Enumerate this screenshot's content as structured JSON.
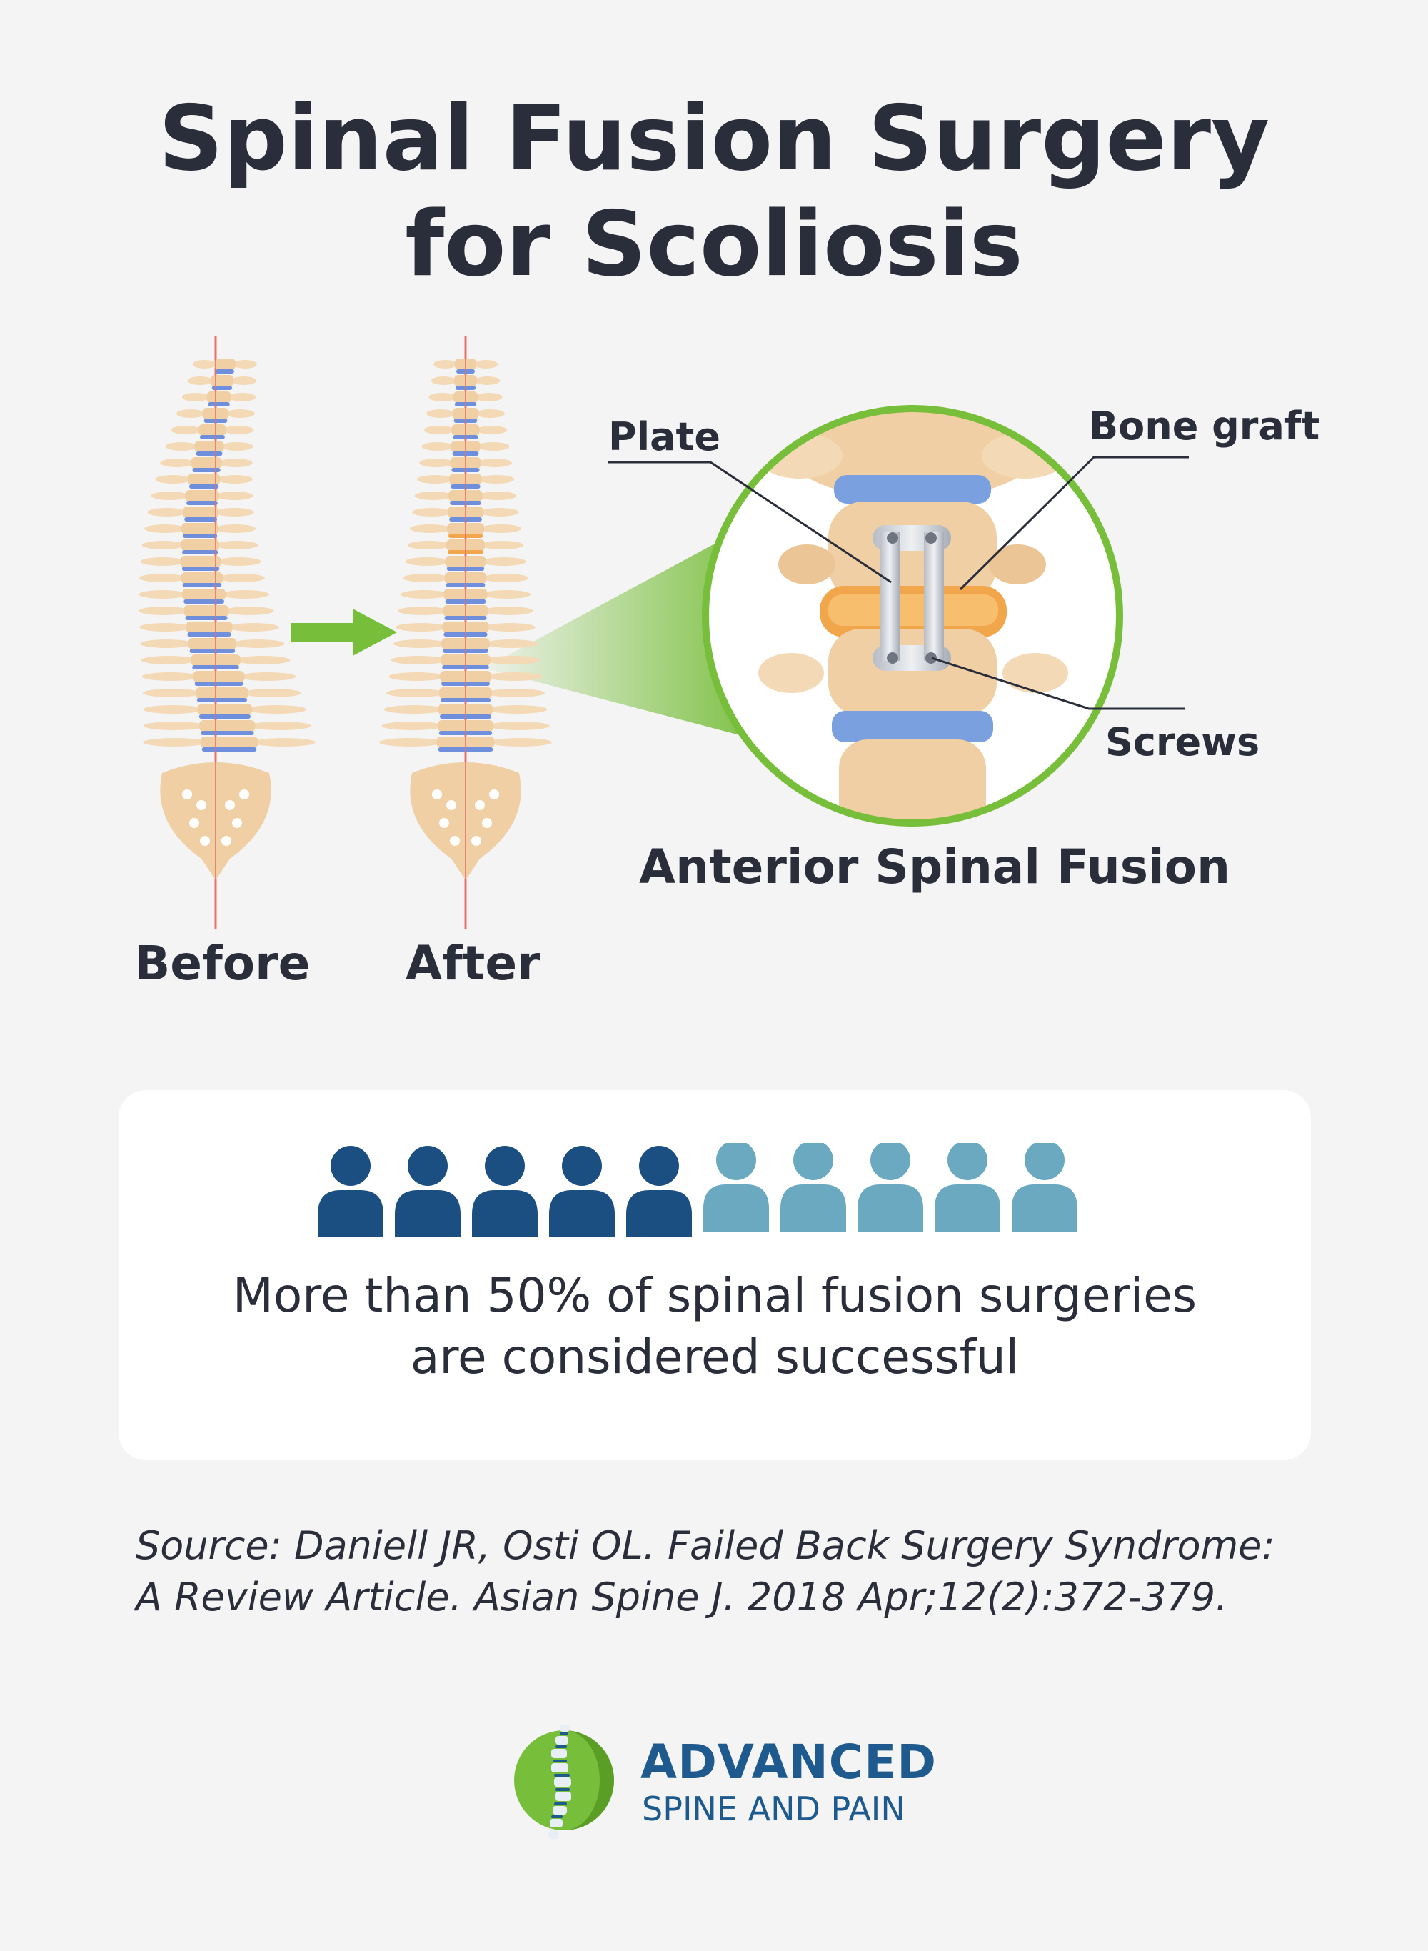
{
  "title": {
    "line1": "Spinal Fusion Surgery",
    "line2": "for Scoliosis"
  },
  "labels": {
    "before": "Before",
    "after": "After",
    "plate": "Plate",
    "bone_graft": "Bone graft",
    "screws": "Screws",
    "detail_title": "Anterior Spinal Fusion"
  },
  "stat": {
    "percent": 50,
    "icons_total": 10,
    "icons_highlighted": 5,
    "highlight_color": "#1b4f82",
    "muted_color": "#6aa9bf",
    "line1": "More than 50% of spinal fusion surgeries",
    "line2": "are considered successful"
  },
  "source": {
    "line1": "Source: Daniell JR, Osti OL. Failed Back Surgery Syndrome:",
    "line2": "A Review Article. Asian Spine J. 2018 Apr;12(2):372-379."
  },
  "logo": {
    "name": "ADVANCED",
    "sub": "SPINE AND PAIN"
  },
  "colors": {
    "accent_green": "#77be3a",
    "brand_blue": "#1e5a8e",
    "bone": "#efcfa3",
    "disc": "#6f8fdc",
    "axis_line": "#e8726a"
  },
  "icons": [
    "arrow-right-icon",
    "person-icon"
  ]
}
